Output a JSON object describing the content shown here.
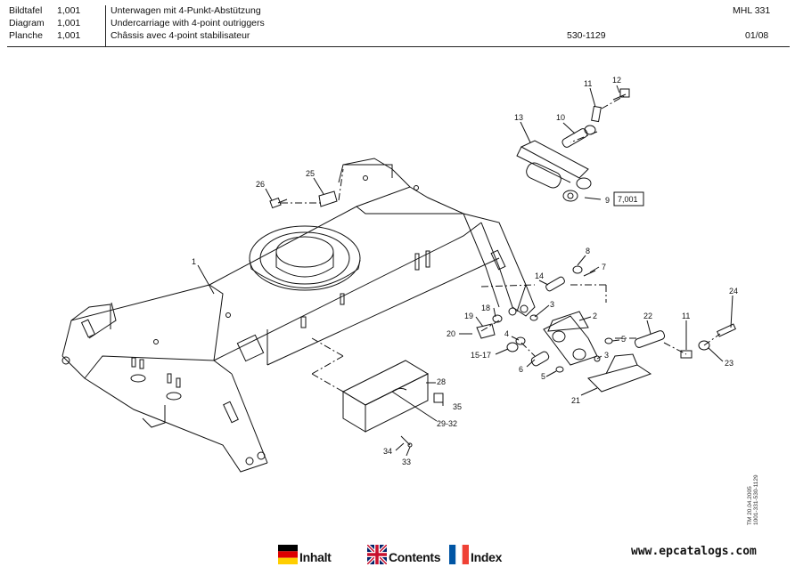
{
  "header": {
    "row1": {
      "label": "Bildtafel",
      "num": "1,001",
      "title": "Unterwagen mit 4-Punkt-Abstützung",
      "model": "MHL 331"
    },
    "row2": {
      "label": "Diagram",
      "num": "1,001",
      "title": "Undercarriage with 4-point outriggers"
    },
    "row3": {
      "label": "Planche",
      "num": "1,001",
      "title": "Châssis avec 4-point stabilisateur",
      "code": "530-1129",
      "date": "01/08"
    }
  },
  "callouts": {
    "c1": "1",
    "c2": "2",
    "c3a": "3",
    "c3b": "3",
    "c4": "4",
    "c5a": "5",
    "c5b": "5",
    "c6": "6",
    "c7": "7",
    "c8": "8",
    "c9": "9",
    "c9ref": "7,001",
    "c10": "10",
    "c11a": "11",
    "c11b": "11",
    "c12": "12",
    "c13": "13",
    "c14": "14",
    "c15": "15-17",
    "c18": "18",
    "c19": "19",
    "c20": "20",
    "c21": "21",
    "c22": "22",
    "c23": "23",
    "c24": "24",
    "c25": "25",
    "c26": "26",
    "c28": "28",
    "c29": "29-32",
    "c33": "33",
    "c34": "34",
    "c35": "35"
  },
  "side_text": {
    "line1": "TM 20.04.2005",
    "line2": "1001-331-530-1129"
  },
  "nav": {
    "inhalt": "Inhalt",
    "contents": "Contents",
    "index": "Index"
  },
  "colors": {
    "ink": "#111111",
    "de_black": "#000000",
    "de_red": "#dd0000",
    "de_gold": "#ffce00",
    "uk_blue": "#012169",
    "uk_red": "#c8102e",
    "fr_blue": "#0055a4",
    "fr_red": "#ef4135"
  },
  "watermark": "www.epcatalogs.com"
}
